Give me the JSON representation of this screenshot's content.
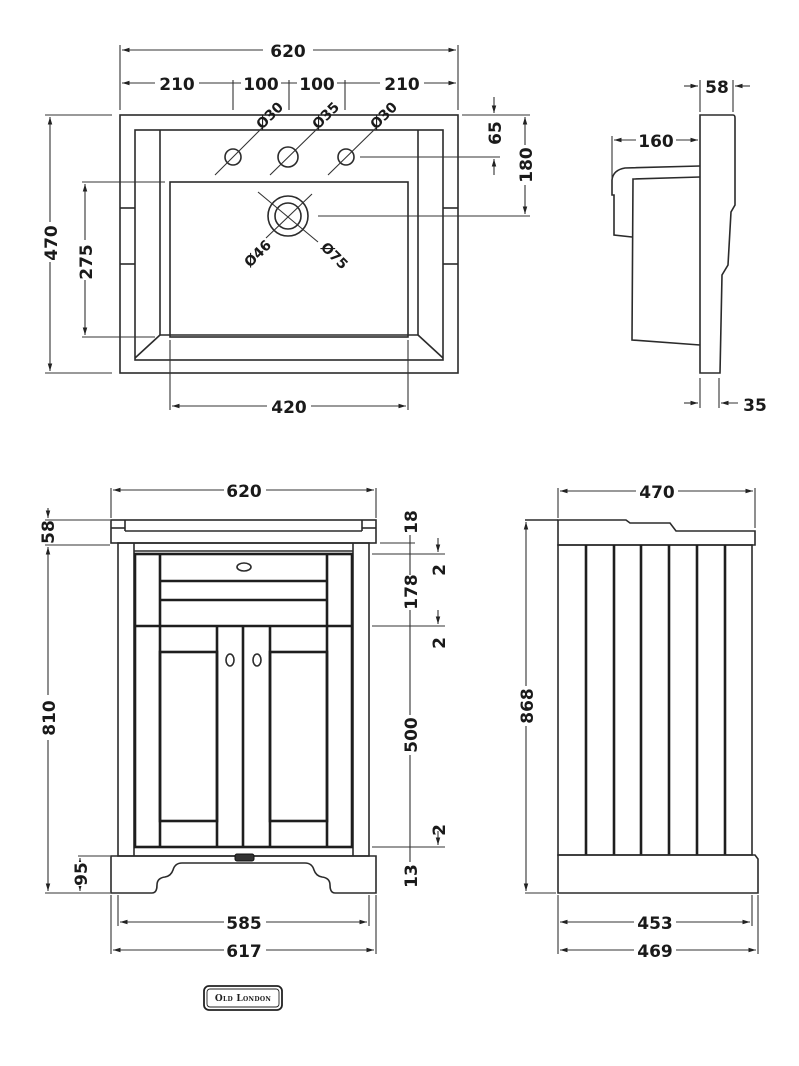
{
  "document": {
    "type": "technical dimension drawing",
    "units": "mm",
    "brand": "Old London"
  },
  "basin_top_view": {
    "overall_width": "620",
    "tap_spacing": [
      "210",
      "100",
      "100",
      "210"
    ],
    "tap_holes": [
      "Ø30",
      "Ø35",
      "Ø30"
    ],
    "overall_depth": "470",
    "bowl_depth": "275",
    "bowl_width": "420",
    "waste_inner": "Ø46",
    "waste_outer": "Ø75",
    "tap_hole_offset": "65",
    "waste_offset": "180"
  },
  "basin_side_view": {
    "top_thickness": "58",
    "projection": "160",
    "base_thickness": "35"
  },
  "cabinet_front_view": {
    "top_width": "620",
    "basin_height": "58",
    "cabinet_height": "810",
    "plinth_height": "95",
    "top_gap": "18",
    "gap_1": "2",
    "drawer_height": "178",
    "gap_2": "2",
    "door_height": "500",
    "gap_3": "2",
    "bottom_gap": "13",
    "carcass_width": "585",
    "plinth_width": "617"
  },
  "cabinet_side_view": {
    "top_depth": "470",
    "overall_height": "868",
    "carcass_depth": "453",
    "plinth_depth": "469"
  },
  "logo": {
    "text": "Old London"
  },
  "icons": {
    "arrowhead": "filled-triangle",
    "diameter_symbol": "Ø"
  }
}
